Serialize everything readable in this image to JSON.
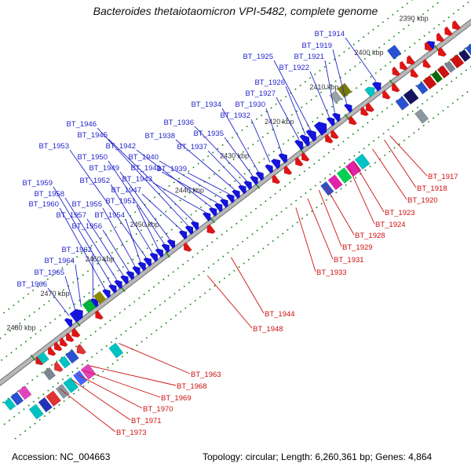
{
  "title": "Bacteroides thetaiotaomicron VPI-5482, complete genome",
  "footer": {
    "accession": "Accession: NC_004663",
    "summary": "Topology: circular; Length: 6,260,361 bp; Genes: 4,864"
  },
  "colors": {
    "forward_gene": "#1414dd",
    "reverse_gene": "#e01414",
    "label_blue": "#2424cc",
    "label_red": "#cc1111",
    "axis_gray": "#b8b8b8",
    "axis_edge": "#7a7a7a",
    "tick_green": "#1e8a1e",
    "scale_text": "#333333"
  },
  "chart_data": {
    "type": "genome-track",
    "axis": {
      "p0": [
        600,
        28
      ],
      "p1": [
        0,
        488
      ],
      "tick_labels": [
        "2390 kbp",
        "2400 kbp",
        "2410 kbp",
        "2420 kbp",
        "2430 kbp",
        "2440 kbp",
        "2450 kbp",
        "2460 kbp",
        "2470 kbp",
        "2480 kbp"
      ],
      "t_start": 55,
      "t_step": 72
    },
    "dotted_offsets": [
      22,
      45,
      68,
      -22,
      -45,
      -68
    ],
    "genes": [
      [
        138,
        10,
        8,
        12,
        "#1414dd",
        "a",
        "-"
      ],
      [
        185,
        8,
        8,
        12,
        "#1414dd",
        "a",
        "-"
      ],
      [
        204,
        8,
        8,
        12,
        "#1414dd",
        "a",
        "-"
      ],
      [
        213,
        8,
        8,
        12,
        "#1414dd",
        "a",
        "-"
      ],
      [
        225,
        14,
        9,
        16,
        "#1414dd",
        "a",
        "-"
      ],
      [
        242,
        10,
        9,
        16,
        "#1414dd",
        "a",
        "-"
      ],
      [
        253,
        9,
        9,
        16,
        "#1414dd",
        "a",
        "-"
      ],
      [
        263,
        8,
        9,
        14,
        "#1414dd",
        "a",
        "-"
      ],
      [
        289,
        9,
        8,
        13,
        "#1414dd",
        "a",
        "-"
      ],
      [
        300,
        10,
        8,
        13,
        "#1414dd",
        "a",
        "-"
      ],
      [
        312,
        8,
        8,
        12,
        "#1414dd",
        "a",
        "-"
      ],
      [
        327,
        8,
        8,
        12,
        "#1414dd",
        "a",
        "-"
      ],
      [
        336,
        8,
        8,
        12,
        "#1414dd",
        "a",
        "-"
      ],
      [
        346,
        8,
        8,
        12,
        "#1414dd",
        "a",
        "-"
      ],
      [
        355,
        8,
        8,
        12,
        "#1414dd",
        "a",
        "-"
      ],
      [
        365,
        8,
        8,
        12,
        "#1414dd",
        "a",
        "-"
      ],
      [
        374,
        8,
        8,
        12,
        "#1414dd",
        "a",
        "-"
      ],
      [
        384,
        8,
        8,
        12,
        "#1414dd",
        "a",
        "-"
      ],
      [
        393,
        8,
        8,
        12,
        "#1414dd",
        "a",
        "-"
      ],
      [
        402,
        8,
        8,
        12,
        "#1414dd",
        "a",
        "-"
      ],
      [
        412,
        8,
        8,
        12,
        "#1414dd",
        "a",
        "-"
      ],
      [
        431,
        8,
        8,
        12,
        "#1414dd",
        "a",
        "-"
      ],
      [
        440,
        8,
        8,
        12,
        "#1414dd",
        "a",
        "-"
      ],
      [
        450,
        8,
        8,
        12,
        "#1414dd",
        "a",
        "-"
      ],
      [
        469,
        8,
        8,
        12,
        "#1414dd",
        "a",
        "-"
      ],
      [
        478,
        8,
        8,
        12,
        "#1414dd",
        "a",
        "-"
      ],
      [
        488,
        8,
        8,
        12,
        "#1414dd",
        "a",
        "-"
      ],
      [
        497,
        8,
        8,
        12,
        "#1414dd",
        "a",
        "-"
      ],
      [
        507,
        8,
        8,
        12,
        "#1414dd",
        "a",
        "-"
      ],
      [
        516,
        8,
        8,
        12,
        "#1414dd",
        "a",
        "-"
      ],
      [
        525,
        8,
        8,
        12,
        "#1414dd",
        "a",
        "-"
      ],
      [
        535,
        8,
        8,
        12,
        "#1414dd",
        "a",
        "-"
      ],
      [
        544,
        8,
        8,
        12,
        "#1414dd",
        "a",
        "-"
      ],
      [
        554,
        8,
        8,
        12,
        "#1414dd",
        "a",
        "-"
      ],
      [
        563,
        8,
        8,
        12,
        "#1414dd",
        "a",
        "-"
      ],
      [
        573,
        8,
        8,
        12,
        "#1414dd",
        "a",
        "-"
      ],
      [
        592,
        9,
        8,
        12,
        "#1414dd",
        "a",
        "-"
      ],
      [
        616,
        16,
        9,
        14,
        "#1414dd",
        "a",
        "-"
      ],
      [
        634,
        8,
        8,
        12,
        "#1414dd",
        "a",
        "-"
      ],
      [
        52,
        12,
        8,
        12,
        "#1414dd",
        "a",
        "-"
      ],
      [
        148,
        12,
        8,
        12,
        "#00c2c2",
        "a",
        "-"
      ],
      [
        584,
        10,
        9,
        13,
        "#8a8a00",
        "b",
        ""
      ],
      [
        600,
        12,
        9,
        13,
        "#00b33c",
        "b",
        ""
      ],
      [
        166,
        9,
        -8,
        12,
        "#e01414",
        "a",
        "+"
      ],
      [
        175,
        8,
        -8,
        12,
        "#e01414",
        "a",
        "+"
      ],
      [
        194,
        8,
        -8,
        12,
        "#e01414",
        "a",
        "+"
      ],
      [
        223,
        8,
        -8,
        12,
        "#e01414",
        "a",
        "+"
      ],
      [
        232,
        8,
        -8,
        12,
        "#e01414",
        "a",
        "+"
      ],
      [
        270,
        8,
        -8,
        12,
        "#e01414",
        "a",
        "+"
      ],
      [
        280,
        8,
        -8,
        12,
        "#e01414",
        "a",
        "+"
      ],
      [
        298,
        8,
        -8,
        12,
        "#e01414",
        "a",
        "+"
      ],
      [
        317,
        8,
        -8,
        12,
        "#e01414",
        "a",
        "+"
      ],
      [
        421,
        9,
        -8,
        12,
        "#e01414",
        "a",
        "+"
      ],
      [
        459,
        8,
        -8,
        12,
        "#e01414",
        "a",
        "+"
      ],
      [
        601,
        8,
        -8,
        12,
        "#e01414",
        "a",
        "+"
      ],
      [
        648,
        8,
        -8,
        12,
        "#e01414",
        "a",
        "+"
      ],
      [
        658,
        8,
        -8,
        12,
        "#e01414",
        "a",
        "+"
      ],
      [
        667,
        8,
        -8,
        12,
        "#e01414",
        "a",
        "+"
      ],
      [
        677,
        8,
        -8,
        12,
        "#e01414",
        "a",
        "+"
      ],
      [
        696,
        9,
        -8,
        12,
        "#e01414",
        "a",
        "+"
      ],
      [
        50,
        9,
        -8,
        12,
        "#e01414",
        "a",
        "+"
      ],
      [
        75,
        8,
        -8,
        12,
        "#e01414",
        "a",
        "+"
      ],
      [
        95,
        8,
        -8,
        12,
        "#e01414",
        "a",
        "+"
      ],
      [
        125,
        8,
        -8,
        12,
        "#e01414",
        "a",
        "+"
      ],
      [
        140,
        8,
        -8,
        12,
        "#e01414",
        "a",
        "+"
      ],
      [
        638,
        9,
        -8,
        12,
        "#e01414",
        "a",
        "+"
      ],
      [
        15,
        9,
        8,
        12,
        "#e01414",
        "a",
        "+"
      ],
      [
        28,
        8,
        8,
        12,
        "#e01414",
        "a",
        "+"
      ],
      [
        41,
        8,
        8,
        12,
        "#e01414",
        "a",
        "+"
      ],
      [
        60,
        8,
        8,
        12,
        "#e01414",
        "a",
        "+"
      ],
      [
        88,
        9,
        8,
        12,
        "#e01414",
        "a",
        "+"
      ],
      [
        100,
        8,
        8,
        12,
        "#e01414",
        "a",
        "+"
      ],
      [
        112,
        8,
        8,
        12,
        "#e01414",
        "a",
        "+"
      ],
      [
        688,
        10,
        -8,
        12,
        "#00c2c2",
        "b",
        ""
      ],
      [
        95,
        12,
        29,
        14,
        "#2a52d0",
        "b",
        ""
      ],
      [
        175,
        12,
        29,
        14,
        "#7a7a00",
        "b",
        ""
      ],
      [
        190,
        10,
        29,
        13,
        "#98a2a8",
        "b",
        ""
      ],
      [
        0,
        13,
        -29,
        14,
        "#cc1111",
        "b",
        ""
      ],
      [
        15,
        11,
        -29,
        14,
        "#2a52d0",
        "b",
        ""
      ],
      [
        28,
        9,
        -29,
        13,
        "#14145e",
        "b",
        ""
      ],
      [
        39,
        11,
        -29,
        14,
        "#cc1111",
        "b",
        ""
      ],
      [
        52,
        8,
        -29,
        13,
        "#7a8790",
        "b",
        ""
      ],
      [
        62,
        9,
        -29,
        14,
        "#cc1111",
        "b",
        ""
      ],
      [
        73,
        8,
        -29,
        13,
        "#0a6a0a",
        "b",
        ""
      ],
      [
        83,
        11,
        -29,
        14,
        "#cc1111",
        "b",
        ""
      ],
      [
        96,
        9,
        -29,
        13,
        "#2a52d0",
        "b",
        ""
      ],
      [
        112,
        13,
        -29,
        15,
        "#14145e",
        "b",
        ""
      ],
      [
        127,
        11,
        -29,
        14,
        "#2a52d0",
        "b",
        ""
      ],
      [
        645,
        10,
        -29,
        13,
        "#e03333",
        "a",
        "+"
      ],
      [
        657,
        11,
        -29,
        14,
        "#2a52d0",
        "b",
        ""
      ],
      [
        670,
        9,
        -29,
        13,
        "#00c2c2",
        "b",
        ""
      ],
      [
        682,
        9,
        -29,
        13,
        "#e03333",
        "a",
        "+"
      ],
      [
        694,
        10,
        -29,
        13,
        "#7a8790",
        "b",
        ""
      ],
      [
        733,
        11,
        -29,
        14,
        "#e044bb",
        "b",
        ""
      ],
      [
        746,
        10,
        -29,
        14,
        "#2a52d0",
        "b",
        ""
      ],
      [
        758,
        9,
        -29,
        13,
        "#00c2c2",
        "b",
        ""
      ],
      [
        5,
        12,
        -57,
        16,
        "#cc1111",
        "b",
        ""
      ],
      [
        20,
        10,
        -57,
        16,
        "#2a52d0",
        "b",
        ""
      ],
      [
        118,
        10,
        -57,
        16,
        "#8a96a0",
        "b",
        ""
      ],
      [
        212,
        12,
        -57,
        16,
        "#00c2c2",
        "b",
        ""
      ],
      [
        226,
        13,
        -57,
        16,
        "#e022aa",
        "b",
        ""
      ],
      [
        241,
        12,
        -57,
        16,
        "#00d050",
        "b",
        ""
      ],
      [
        256,
        11,
        -57,
        16,
        "#e022aa",
        "b",
        ""
      ],
      [
        270,
        9,
        -57,
        16,
        "#2a52d0",
        "b",
        ""
      ],
      [
        608,
        11,
        -57,
        16,
        "#00c2c2",
        "b",
        ""
      ],
      [
        652,
        12,
        -57,
        16,
        "#e044bb",
        "b",
        ""
      ],
      [
        666,
        10,
        -57,
        16,
        "#4466ff",
        "b",
        ""
      ],
      [
        680,
        12,
        -57,
        16,
        "#00c2c2",
        "b",
        ""
      ],
      [
        694,
        10,
        -57,
        16,
        "#8a96a0",
        "b",
        ""
      ],
      [
        708,
        12,
        -57,
        16,
        "#e03333",
        "b",
        ""
      ],
      [
        722,
        10,
        -57,
        16,
        "#2233bb",
        "b",
        ""
      ],
      [
        736,
        11,
        -57,
        16,
        "#00c2c2",
        "b",
        ""
      ]
    ],
    "labels_blue": [
      [
        "BT_1914",
        439,
        46,
        142
      ],
      [
        "BT_1919",
        423,
        61,
        189
      ],
      [
        "BT_1925",
        348,
        75,
        246
      ],
      [
        "BT_1921",
        413,
        75,
        208
      ],
      [
        "BT_1922",
        394,
        89,
        217
      ],
      [
        "BT_1926",
        363,
        108,
        255
      ],
      [
        "BT_1927",
        351,
        122,
        265
      ],
      [
        "BT_1934",
        282,
        136,
        331
      ],
      [
        "BT_1930",
        338,
        136,
        293
      ],
      [
        "BT_1932",
        319,
        150,
        312
      ],
      [
        "BT_1936",
        247,
        159,
        350
      ],
      [
        "BT_1946",
        123,
        161,
        444
      ],
      [
        "BT_1935",
        285,
        173,
        340
      ],
      [
        "BT_1945",
        137,
        175,
        435
      ],
      [
        "BT_1938",
        223,
        176,
        369
      ],
      [
        "BT_1953",
        88,
        189,
        511
      ],
      [
        "BT_1942",
        173,
        189,
        406
      ],
      [
        "BT_1937",
        264,
        190,
        359
      ],
      [
        "BT_1950",
        137,
        203,
        482
      ],
      [
        "BT_1940",
        202,
        203,
        388
      ],
      [
        "BT_1949",
        152,
        217,
        473
      ],
      [
        "BT_1941",
        205,
        217,
        397
      ],
      [
        "BT_1939",
        238,
        218,
        378
      ],
      [
        "BT_1959",
        67,
        236,
        567
      ],
      [
        "BT_1952",
        140,
        233,
        501
      ],
      [
        "BT_1943",
        194,
        231,
        416
      ],
      [
        "BT_1958",
        82,
        250,
        558
      ],
      [
        "BT_1947",
        180,
        245,
        454
      ],
      [
        "BT_1960",
        75,
        263,
        577
      ],
      [
        "BT_1955",
        130,
        263,
        529
      ],
      [
        "BT_1951",
        173,
        259,
        492
      ],
      [
        "BT_1957",
        110,
        277,
        548
      ],
      [
        "BT_1954",
        159,
        277,
        520
      ],
      [
        "BT_1956",
        130,
        291,
        539
      ],
      [
        "BT_1962",
        117,
        321,
        596
      ],
      [
        "BT_1964",
        95,
        335,
        615
      ],
      [
        "BT_1965",
        82,
        350,
        624
      ],
      [
        "BT_1966",
        60,
        365,
        634
      ]
    ],
    "labels_red": [
      [
        "BT_1917",
        545,
        228,
        170
      ],
      [
        "BT_1918",
        531,
        243,
        179
      ],
      [
        "BT_1920",
        519,
        258,
        198
      ],
      [
        "BT_1923",
        490,
        274,
        227
      ],
      [
        "BT_1924",
        478,
        289,
        236
      ],
      [
        "BT_1928",
        452,
        303,
        274
      ],
      [
        "BT_1929",
        436,
        318,
        284
      ],
      [
        "BT_1931",
        425,
        334,
        302
      ],
      [
        "BT_1933",
        403,
        350,
        321
      ],
      [
        "BT_1944",
        337,
        403,
        425
      ],
      [
        "BT_1948",
        322,
        422,
        463
      ],
      [
        "BT_1963",
        243,
        480,
        605
      ],
      [
        "BT_1968",
        225,
        495,
        652
      ],
      [
        "BT_1969",
        205,
        510,
        662
      ],
      [
        "BT_1970",
        182,
        524,
        671
      ],
      [
        "BT_1971",
        167,
        539,
        681
      ],
      [
        "BT_1973",
        148,
        554,
        700
      ]
    ]
  }
}
